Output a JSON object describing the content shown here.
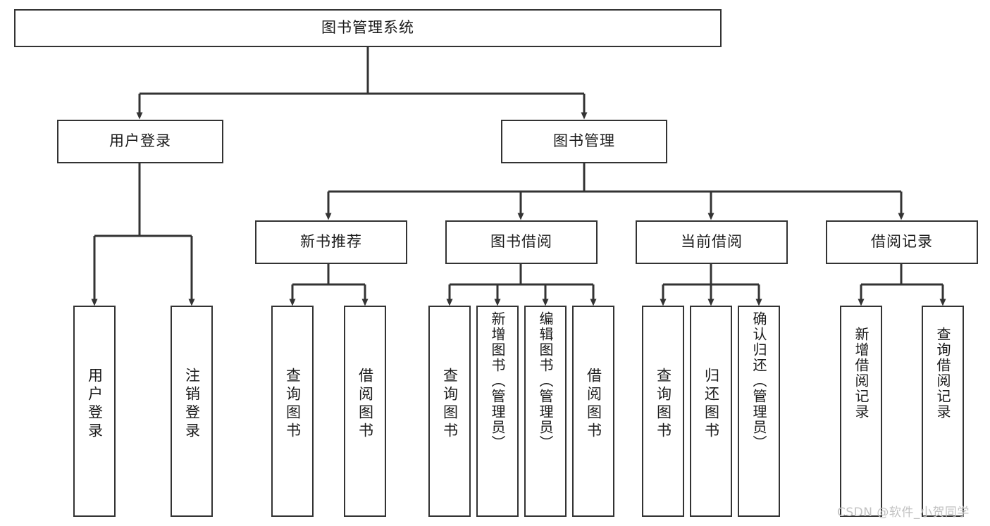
{
  "diagram": {
    "title": "图书管理系统",
    "type": "tree",
    "orientation": "top-down",
    "colors": {
      "box_border": "#333333",
      "box_fill": "#ffffff",
      "edge": "#333333",
      "text": "#1a1a1a",
      "watermark": "#c2c2c2",
      "background": "#ffffff"
    },
    "nodes": {
      "root": {
        "label": "图书管理系统",
        "level": 1,
        "text_direction": "horizontal"
      },
      "l2": [
        {
          "id": "user-login",
          "label": "用户登录",
          "level": 2,
          "text_direction": "horizontal"
        },
        {
          "id": "book-manage",
          "label": "图书管理",
          "level": 2,
          "text_direction": "horizontal"
        }
      ],
      "l3": [
        {
          "id": "new-book-recommend",
          "label": "新书推荐",
          "level": 3,
          "text_direction": "horizontal"
        },
        {
          "id": "book-borrow",
          "label": "图书借阅",
          "level": 3,
          "text_direction": "horizontal"
        },
        {
          "id": "current-borrow",
          "label": "当前借阅",
          "level": 3,
          "text_direction": "horizontal"
        },
        {
          "id": "borrow-record",
          "label": "借阅记录",
          "level": 3,
          "text_direction": "horizontal"
        }
      ],
      "leaves": [
        {
          "id": "leaf-user-login",
          "label": "用户登录",
          "parent": "user-login",
          "text_direction": "vertical"
        },
        {
          "id": "leaf-user-logout",
          "label": "注销登录",
          "parent": "user-login",
          "text_direction": "vertical"
        },
        {
          "id": "leaf-query-book-1",
          "label": "查询图书",
          "parent": "new-book-recommend",
          "text_direction": "vertical"
        },
        {
          "id": "leaf-borrow-book-1",
          "label": "借阅图书",
          "parent": "new-book-recommend",
          "text_direction": "vertical"
        },
        {
          "id": "leaf-query-book-2",
          "label": "查询图书",
          "parent": "book-borrow",
          "text_direction": "vertical"
        },
        {
          "id": "leaf-add-book",
          "label": "新增图书（管理员）",
          "parent": "book-borrow",
          "text_direction": "vertical"
        },
        {
          "id": "leaf-edit-book",
          "label": "编辑图书（管理员）",
          "parent": "book-borrow",
          "text_direction": "vertical"
        },
        {
          "id": "leaf-borrow-book-2",
          "label": "借阅图书",
          "parent": "book-borrow",
          "text_direction": "vertical"
        },
        {
          "id": "leaf-query-book-3",
          "label": "查询图书",
          "parent": "current-borrow",
          "text_direction": "vertical"
        },
        {
          "id": "leaf-return-book",
          "label": "归还图书",
          "parent": "current-borrow",
          "text_direction": "vertical"
        },
        {
          "id": "leaf-confirm-return",
          "label": "确认归还（管理员）",
          "parent": "current-borrow",
          "text_direction": "vertical"
        },
        {
          "id": "leaf-add-record",
          "label": "新增借阅记录",
          "parent": "borrow-record",
          "text_direction": "vertical"
        },
        {
          "id": "leaf-query-record",
          "label": "查询借阅记录",
          "parent": "borrow-record",
          "text_direction": "vertical"
        }
      ]
    }
  },
  "watermark": {
    "text": "CSDN @软件_小贺同学"
  }
}
